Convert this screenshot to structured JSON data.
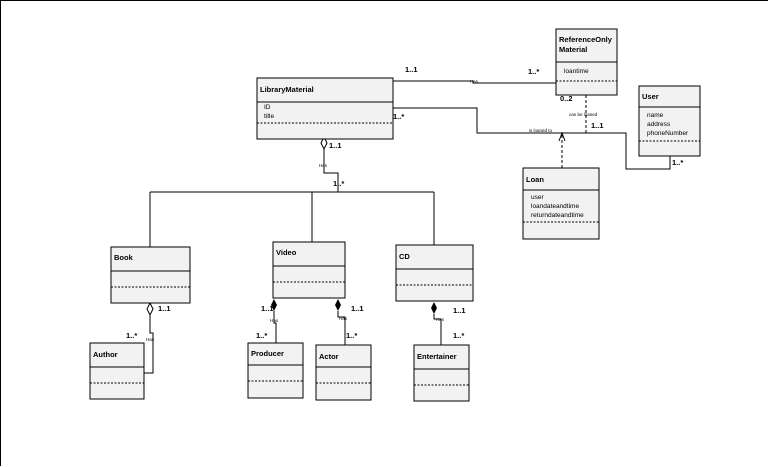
{
  "classes": {
    "library_material": {
      "name": "LibraryMaterial",
      "attributes": [
        "ID",
        "title"
      ]
    },
    "reference_only": {
      "name_line1": "ReferenceOnly",
      "name_line2": "Material",
      "attributes": [
        "loantime"
      ]
    },
    "user": {
      "name": "User",
      "attributes": [
        "name",
        "address",
        "phoneNumber"
      ]
    },
    "loan": {
      "name": "Loan",
      "attributes": [
        "user",
        "loandateandtime",
        "returndateandtime"
      ]
    },
    "book": {
      "name": "Book"
    },
    "video": {
      "name": "Video"
    },
    "cd": {
      "name": "CD"
    },
    "author": {
      "name": "Author"
    },
    "producer": {
      "name": "Producer"
    },
    "actor": {
      "name": "Actor"
    },
    "entertainer": {
      "name": "Entertainer"
    }
  },
  "relations": {
    "lm_ref_has": {
      "label": "Has",
      "mult_source": "1..1",
      "mult_target": "1..*"
    },
    "lm_user_loaned": {
      "label": "is loaned to",
      "mult_source": "1..*",
      "mult_target": "1..*"
    },
    "ref_loan": {
      "label": "can be loaned",
      "mult_top": "0..2",
      "mult_bottom": "1..1"
    },
    "lm_generalization": {
      "label": "Has",
      "mult_top": "1..1",
      "mult_bottom": "1..*"
    },
    "book_author": {
      "label": "Has",
      "mult_source": "1..1",
      "mult_target": "1..*"
    },
    "video_producer": {
      "label": "Has",
      "mult_source": "1..1",
      "mult_target": "1..*"
    },
    "video_actor": {
      "label": "Has",
      "mult_source": "1..1",
      "mult_target": "1..*"
    },
    "cd_entertainer": {
      "label": "Has",
      "mult_source": "1..1",
      "mult_target": "1..*"
    }
  }
}
